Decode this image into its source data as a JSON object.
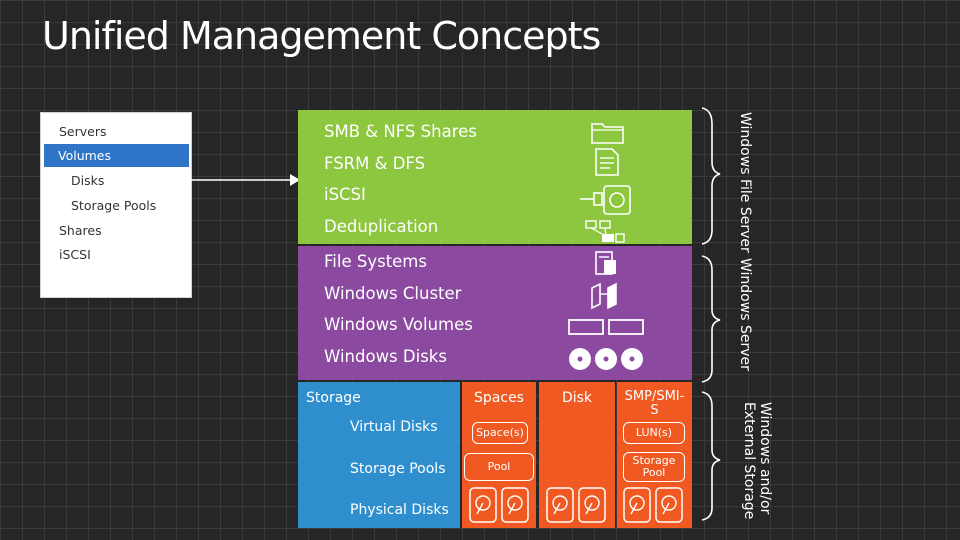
{
  "title": "Unified Management Concepts",
  "nav": {
    "items": [
      {
        "label": "Servers",
        "selected": false,
        "sub": false
      },
      {
        "label": "Volumes",
        "selected": true,
        "sub": false
      },
      {
        "label": "Disks",
        "selected": false,
        "sub": true
      },
      {
        "label": "Storage Pools",
        "selected": false,
        "sub": true
      },
      {
        "label": "Shares",
        "selected": false,
        "sub": false
      },
      {
        "label": "iSCSI",
        "selected": false,
        "sub": false
      }
    ]
  },
  "file_server": {
    "items": [
      "SMB & NFS Shares",
      "FSRM & DFS",
      "iSCSI",
      "Deduplication"
    ],
    "icons": [
      "folder-icon",
      "document-icon",
      "disk-plug-icon",
      "dedup-icon"
    ],
    "bracket_label": "Windows File Server",
    "color": "#8dc63f"
  },
  "windows_server": {
    "items": [
      "File Systems",
      "Windows Cluster",
      "Windows Volumes",
      "Windows Disks"
    ],
    "icons": [
      "file-system-icon",
      "cluster-icon",
      "volumes-icon",
      "disks-icon"
    ],
    "bracket_label": "Windows Server",
    "color": "#8b4a9f"
  },
  "storage": {
    "heading": "Storage",
    "rows": [
      "Virtual Disks",
      "Storage Pools",
      "Physical Disks"
    ],
    "columns": [
      {
        "heading": "Spaces",
        "pill_top": "Space(s)",
        "pill_mid": "Pool"
      },
      {
        "heading": "Disk",
        "pill_top": "",
        "pill_mid": ""
      },
      {
        "heading": "SMP/SMI-S",
        "pill_top": "LUN(s)",
        "pill_mid": "Storage Pool"
      }
    ],
    "bracket_label": "Windows and/or External Storage",
    "colors": {
      "storage": "#2f8fce",
      "provider": "#f05a22"
    }
  }
}
